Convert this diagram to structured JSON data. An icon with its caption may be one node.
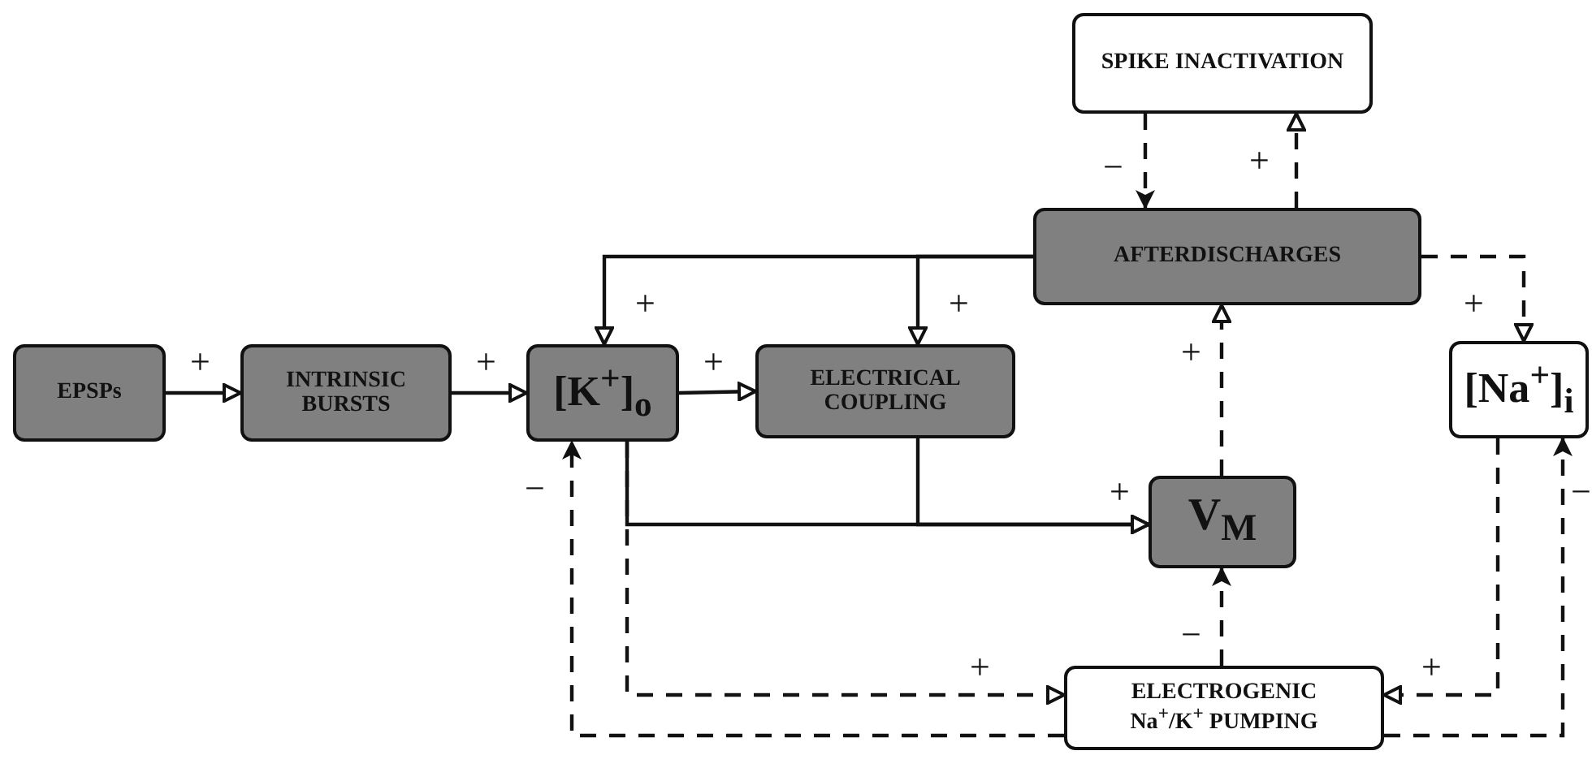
{
  "diagram": {
    "nodes": [
      {
        "text": [
          "EPSPs"
        ]
      },
      {
        "text": [
          "INTRINSIC BURSTS"
        ]
      },
      {
        "text": [
          "[K$^{+}$]$_{o}$"
        ]
      },
      {
        "text": [
          "ELECTRICAL COUPLING"
        ]
      },
      {
        "text": [
          "AFTERDISCHARGES"
        ]
      },
      {
        "text": [
          "SPIKE INACTIVATION"
        ]
      },
      {
        "text": [
          "V$_{M}$"
        ]
      },
      {
        "text": [
          "[Na$^{+}$]$_{i}$"
        ]
      },
      {
        "text": [
          "ELECTROGENIC Na$^{+}$/K$^{+}$ PUMPING"
        ]
      }
    ],
    "edges": [
      {
        "from": 0,
        "to": 1,
        "arrow": "to",
        "label": "+"
      },
      {
        "from": 1,
        "to": 2,
        "arrow": "to",
        "label": "+"
      },
      {
        "from": 2,
        "to": 3,
        "arrow": "to",
        "label": "+"
      },
      {
        "from": 4,
        "to": 2,
        "arrow": "to",
        "label": "+"
      },
      {
        "from": 4,
        "to": 3,
        "arrow": "to",
        "label": "+"
      },
      {
        "from": 2,
        "to": 6,
        "arrow": "to",
        "label": "+"
      },
      {
        "from": 3,
        "to": 6,
        "arrow": "to"
      },
      {
        "from": 5,
        "to": 4,
        "arrow": "to",
        "label": "−",
        "style": "dashed"
      },
      {
        "from": 4,
        "to": 5,
        "arrow": "to",
        "label": "+",
        "style": "dashed"
      },
      {
        "from": 6,
        "to": 4,
        "arrow": "to",
        "label": "+",
        "style": "dashed"
      },
      {
        "from": 4,
        "to": 7,
        "arrow": "to",
        "label": "+",
        "style": "dashed"
      },
      {
        "from": 8,
        "to": 6,
        "arrow": "to",
        "label": "−",
        "style": "dashed"
      },
      {
        "from": 2,
        "to": 8,
        "arrow": "to",
        "label": "+",
        "style": "dashed"
      },
      {
        "from": 8,
        "to": 2,
        "arrow": "to",
        "label": "−",
        "style": "dashed"
      },
      {
        "from": 7,
        "to": 8,
        "arrow": "to",
        "label": "+",
        "style": "dashed"
      },
      {
        "from": 8,
        "to": 7,
        "arrow": "to",
        "label": "−",
        "style": "dashed"
      }
    ]
  }
}
